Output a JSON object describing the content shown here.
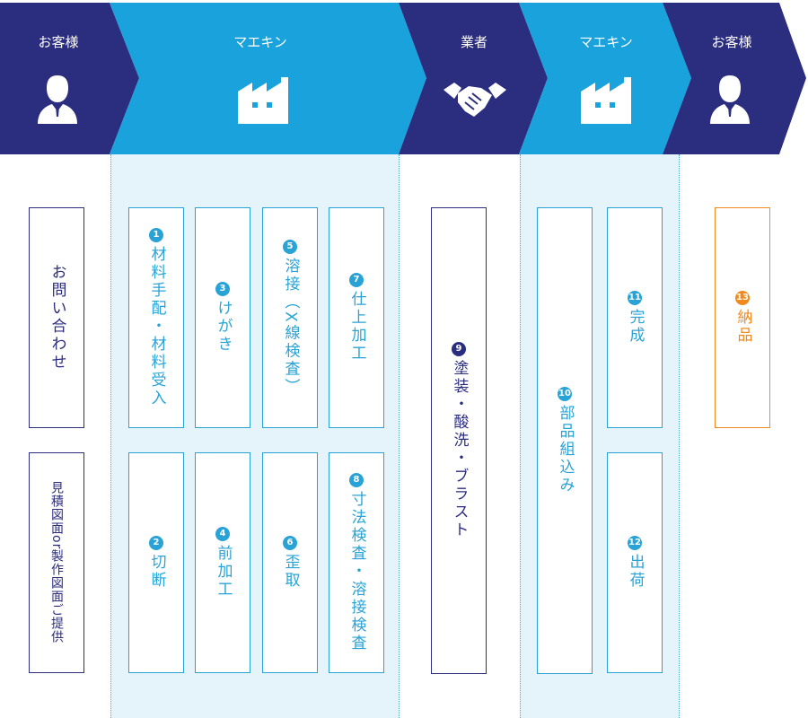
{
  "colors": {
    "navy": "#2b2d7f",
    "blue": "#29a3d6",
    "lightbg": "#e5f4fb",
    "orange": "#f08a1e"
  },
  "header": {
    "stages": [
      {
        "label": "お客様",
        "icon": "person-icon"
      },
      {
        "label": "マエキン",
        "icon": "factory-icon"
      },
      {
        "label": "業者",
        "icon": "handshake-icon"
      },
      {
        "label": "マエキン",
        "icon": "factory-icon"
      },
      {
        "label": "お客様",
        "icon": "person-icon"
      }
    ]
  },
  "steps": {
    "inquiry": "お問い合わせ",
    "estimate": "見積図面or製作図面ご提供",
    "s1": {
      "num": "1",
      "text": "材料手配・材料受入"
    },
    "s2": {
      "num": "2",
      "text": "切断"
    },
    "s3": {
      "num": "3",
      "text": "けがき"
    },
    "s4": {
      "num": "4",
      "text": "前加工"
    },
    "s5": {
      "num": "5",
      "text": "溶接（X線検査）"
    },
    "s6": {
      "num": "6",
      "text": "歪取"
    },
    "s7": {
      "num": "7",
      "text": "仕上加工"
    },
    "s8": {
      "num": "8",
      "text": "寸法検査・溶接検査"
    },
    "s9": {
      "num": "9",
      "text": "塗装・酸洗・ブラスト"
    },
    "s10": {
      "num": "10",
      "text": "部品組込み"
    },
    "s11": {
      "num": "11",
      "text": "完成"
    },
    "s12": {
      "num": "12",
      "text": "出荷"
    },
    "s13": {
      "num": "13",
      "text": "納品"
    }
  }
}
